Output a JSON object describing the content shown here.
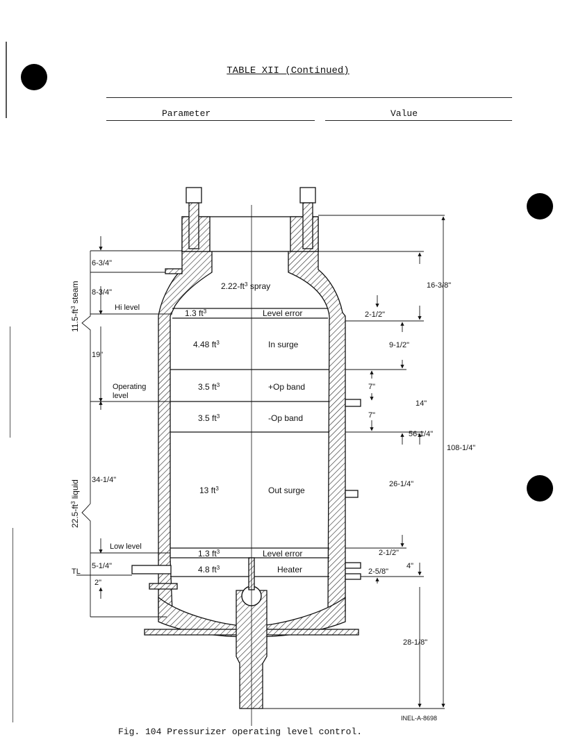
{
  "header": {
    "table_title": "TABLE XII (Continued)",
    "col_parameter": "Parameter",
    "col_value": "Value"
  },
  "diagram": {
    "left_labels": {
      "d_top": "6-3/4\"",
      "d_spray": "8-3/4\"",
      "hi_level": "Hi level",
      "d_19": "19\"",
      "operating": "Operating",
      "level": "level",
      "d_3414": "34-1/4\"",
      "low_level": "Low level",
      "d_514": "5-1/4\"",
      "tl": "TL",
      "d_2": "2\"",
      "steam": "11.5-ft",
      "steam_sup": "3",
      "steam_suffix": " steam",
      "liquid": "22.5-ft",
      "liquid_sup": "3",
      "liquid_suffix": " liquid"
    },
    "zones": {
      "spray_vol": "2.22-ft",
      "spray_sup": "3",
      "spray_suffix": " spray",
      "le1_vol": "1.3 ft",
      "le1_sup": "3",
      "le1_name": "Level error",
      "insurge_vol": "4.48 ft",
      "insurge_sup": "3",
      "insurge_name": "In surge",
      "opplus_vol": "3.5 ft",
      "opplus_sup": "3",
      "opplus_name": "+Op band",
      "opminus_vol": "3.5 ft",
      "opminus_sup": "3",
      "opminus_name": "-Op band",
      "outsurge_vol": "13 ft",
      "outsurge_sup": "3",
      "outsurge_name": "Out surge",
      "le2_vol": "1.3 ft",
      "le2_sup": "3",
      "le2_name": "Level error",
      "heater_vol": "4.8 ft",
      "heater_sup": "3",
      "heater_name": "Heater"
    },
    "right_labels": {
      "d_16": "16-3/8\"",
      "d_212a": "2-1/2\"",
      "d_912": "9-1/2\"",
      "d_7a": "7\"",
      "d_14": "14\"",
      "d_7b": "7\"",
      "d_5614": "56-1/4\"",
      "d_10814": "108-1/4\"",
      "d_2614": "26-1/4\"",
      "d_212b": "2-1/2\"",
      "d_4": "4\"",
      "d_258": "2-5/8\"",
      "d_2818": "28-1/8\""
    },
    "drawing_id": "INEL-A-8698"
  },
  "caption": "Fig. 104 Pressurizer operating level control."
}
